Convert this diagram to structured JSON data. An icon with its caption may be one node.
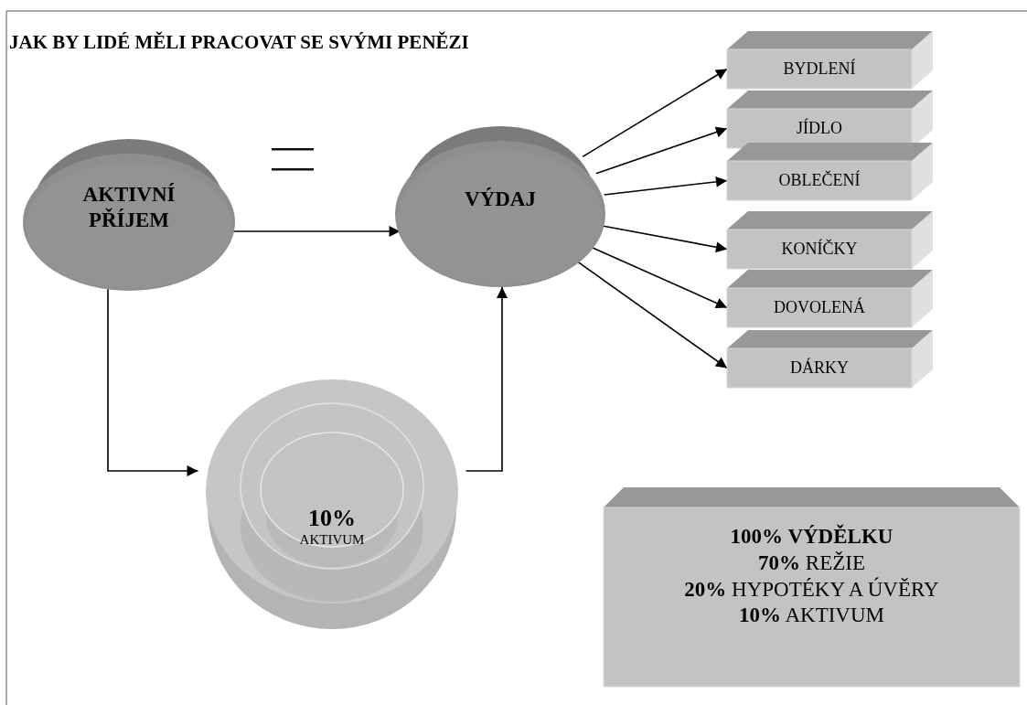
{
  "diagram": {
    "title": "JAK BY LIDÉ MĚLI PRACOVAT SE SVÝMI PENĚZI",
    "nodes": [
      {
        "text": [
          "AKTIVNÍ PŘÍJEM"
        ]
      },
      {
        "text": [
          "VÝDAJ"
        ]
      },
      {
        "text": [
          "10%",
          "AKTIVUM"
        ]
      },
      {
        "text": [
          "BYDLENÍ"
        ]
      },
      {
        "text": [
          "JÍDLO"
        ]
      },
      {
        "text": [
          "OBLEČENÍ"
        ]
      },
      {
        "text": [
          "KONÍČKY"
        ]
      },
      {
        "text": [
          "DOVOLENÁ"
        ]
      },
      {
        "text": [
          "DÁRKY"
        ]
      },
      {
        "text": [
          "100% VÝDĚLKU",
          "**70%** REŽIE",
          "**20%** HYPOTÉKY A ÚVĚRY",
          "**10%** AKTIVUM"
        ]
      }
    ],
    "edges": [
      {
        "from": 0,
        "to": 1,
        "arrow": "to"
      },
      {
        "from": 0,
        "to": 2,
        "arrow": "to"
      },
      {
        "from": 2,
        "to": 1,
        "arrow": "to"
      },
      {
        "from": 1,
        "to": 3,
        "arrow": "to"
      },
      {
        "from": 1,
        "to": 4,
        "arrow": "to"
      },
      {
        "from": 1,
        "to": 5,
        "arrow": "to"
      },
      {
        "from": 1,
        "to": 6,
        "arrow": "to"
      },
      {
        "from": 1,
        "to": 7,
        "arrow": "to"
      },
      {
        "from": 1,
        "to": 8,
        "arrow": "to"
      }
    ]
  }
}
